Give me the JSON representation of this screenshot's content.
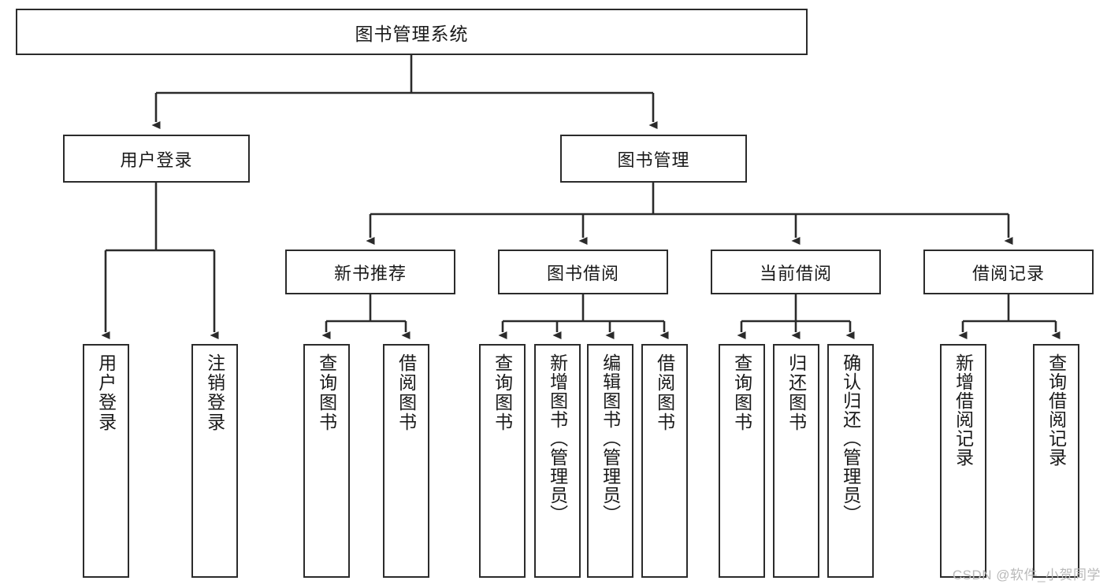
{
  "diagram": {
    "type": "tree-hierarchy",
    "title": "图书管理系统",
    "orientation": "top-down",
    "line_color": "#2b2b2b",
    "box_fill": "#ffffff",
    "text_color": "#1a1a1a",
    "root": {
      "label": "图书管理系统"
    },
    "level2": [
      {
        "label": "用户登录"
      },
      {
        "label": "图书管理"
      }
    ],
    "level3": [
      {
        "label": "新书推荐"
      },
      {
        "label": "图书借阅"
      },
      {
        "label": "当前借阅"
      },
      {
        "label": "借阅记录"
      }
    ],
    "leaves": {
      "user_login": [
        {
          "label": "用户登录"
        },
        {
          "label": "注销登录"
        }
      ],
      "new_book_recommend": [
        {
          "label": "查询图书"
        },
        {
          "label": "借阅图书"
        }
      ],
      "book_borrow": [
        {
          "label": "查询图书"
        },
        {
          "label": "新增图书（管理员）"
        },
        {
          "label": "编辑图书（管理员）"
        },
        {
          "label": "借阅图书"
        }
      ],
      "current_borrow": [
        {
          "label": "查询图书"
        },
        {
          "label": "归还图书"
        },
        {
          "label": "确认归还（管理员）"
        }
      ],
      "borrow_records": [
        {
          "label": "新增借阅记录"
        },
        {
          "label": "查询借阅记录"
        }
      ]
    }
  },
  "watermark": {
    "text": "CSDN @软件_小贺同学"
  }
}
